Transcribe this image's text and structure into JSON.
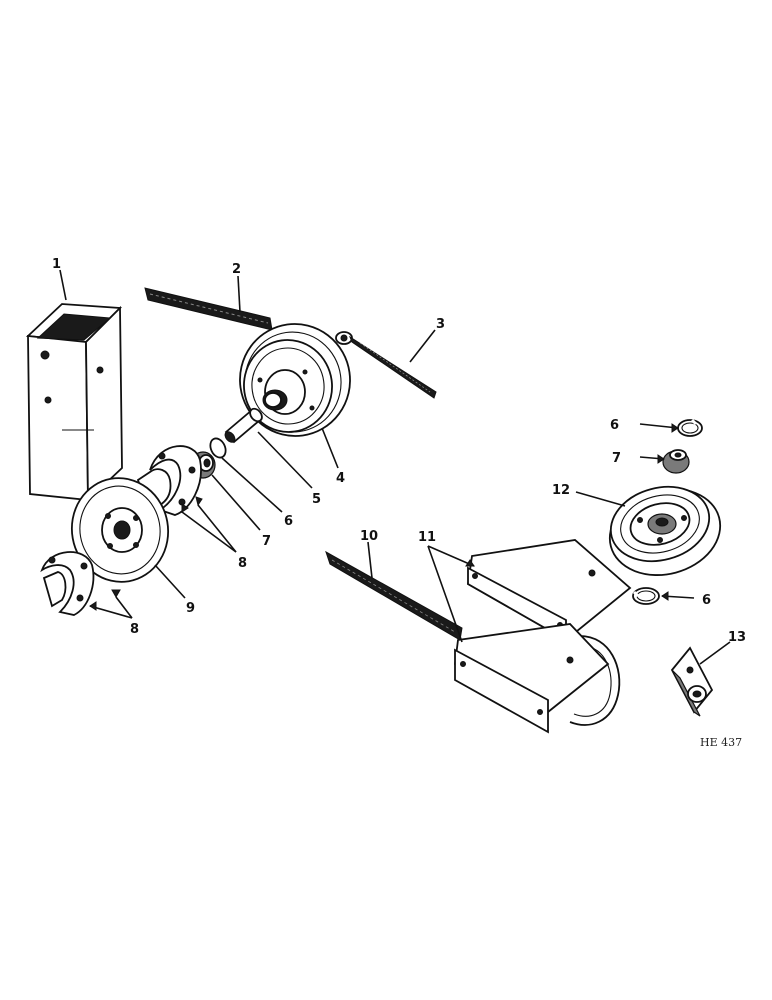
{
  "callouts": {
    "c1": "1",
    "c2": "2",
    "c3": "3",
    "c4": "4",
    "c5": "5",
    "c6a": "6",
    "c7a": "7",
    "c8a": "8",
    "c9": "9",
    "c8b": "8",
    "c10": "10",
    "c11": "11",
    "c6b": "6",
    "c7b": "7",
    "c12": "12",
    "c6c": "6",
    "c13": "13"
  },
  "drawing_code": "HE 437"
}
